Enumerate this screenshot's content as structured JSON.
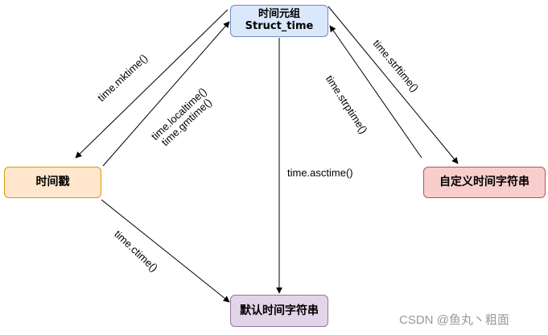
{
  "nodes": {
    "struct_time": {
      "line1": "时间元组",
      "line2": "Struct_time",
      "fill": "#dae8fc",
      "stroke": "#6c8ebf"
    },
    "timestamp": {
      "label": "时间戳",
      "fill": "#ffe6cc",
      "stroke": "#d79b00"
    },
    "custom_string": {
      "label": "自定义时间字符串",
      "fill": "#f8cecc",
      "stroke": "#b85450"
    },
    "default_string": {
      "label": "默认时间字符串",
      "fill": "#e1d5e7",
      "stroke": "#9673a6"
    }
  },
  "edges": {
    "mktime": {
      "label": "time.mktime()",
      "from": "时间元组",
      "to": "时间戳"
    },
    "localtime_gmtime": {
      "line1": "time.localtime()",
      "line2": "time.gmtime()",
      "from": "时间戳",
      "to": "时间元组"
    },
    "asctime": {
      "label": "time.asctime()",
      "from": "时间元组",
      "to": "默认时间字符串"
    },
    "strptime": {
      "label": "time.strptime()",
      "from": "自定义时间字符串",
      "to": "时间元组"
    },
    "strftime": {
      "label": "time.strftime()",
      "from": "时间元组",
      "to": "自定义时间字符串"
    },
    "ctime": {
      "label": "time.ctime()",
      "from": "时间戳",
      "to": "默认时间字符串"
    }
  },
  "watermark": "CSDN @鱼丸丶粗面",
  "colors": {
    "edge": "#000000",
    "watermark": "#999999"
  }
}
